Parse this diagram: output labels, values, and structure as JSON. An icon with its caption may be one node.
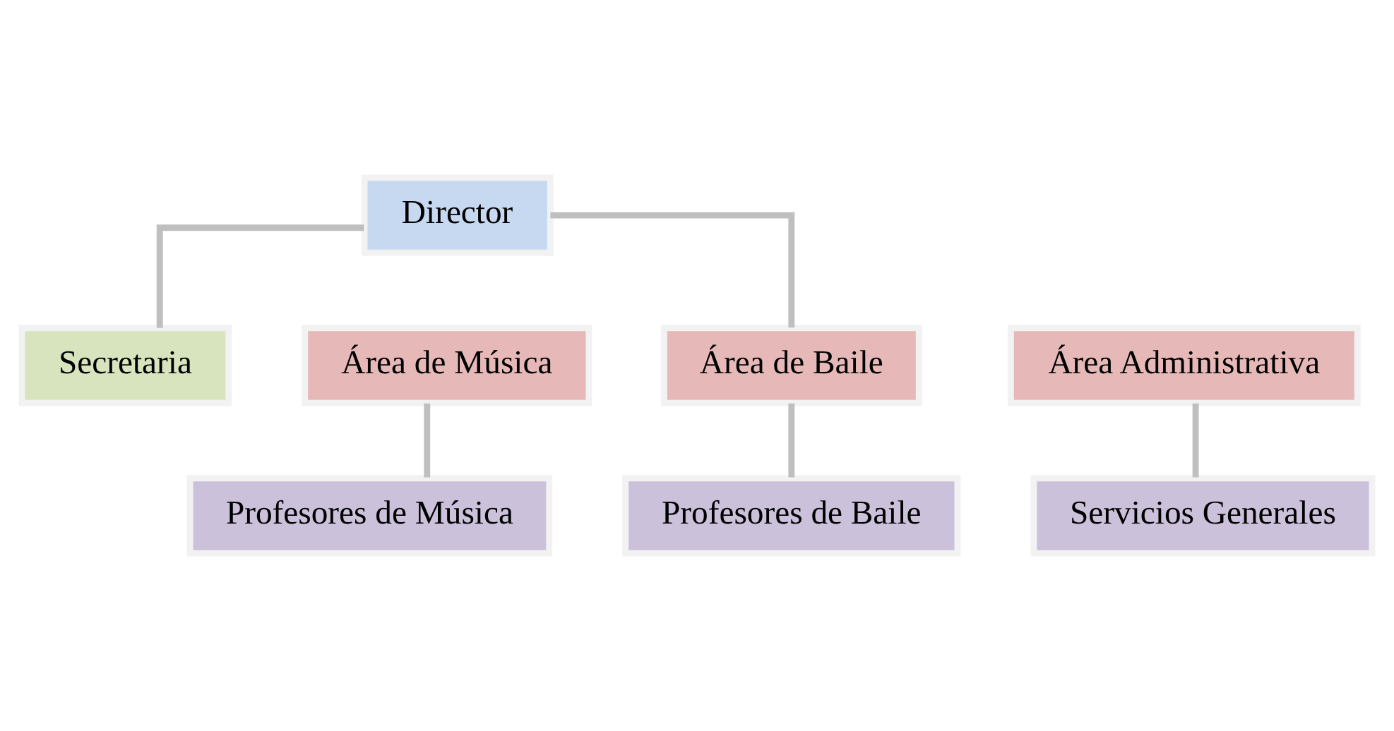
{
  "diagram": {
    "nodes": [
      {
        "text": [
          "Director"
        ]
      },
      {
        "text": [
          "Secretaria"
        ]
      },
      {
        "text": [
          "Área de Música"
        ]
      },
      {
        "text": [
          "Área de Baile"
        ]
      },
      {
        "text": [
          "Área Administrativa"
        ]
      },
      {
        "text": [
          "Profesores de Música"
        ]
      },
      {
        "text": [
          "Profesores de Baile"
        ]
      },
      {
        "text": [
          "Servicios Generales"
        ]
      }
    ],
    "edges": [
      {
        "from": 0,
        "to": 1,
        "arrow": "none"
      },
      {
        "from": 0,
        "to": 3,
        "arrow": "none"
      },
      {
        "from": 2,
        "to": 5,
        "arrow": "none"
      },
      {
        "from": 3,
        "to": 6,
        "arrow": "none"
      },
      {
        "from": 4,
        "to": 7,
        "arrow": "none"
      }
    ]
  }
}
